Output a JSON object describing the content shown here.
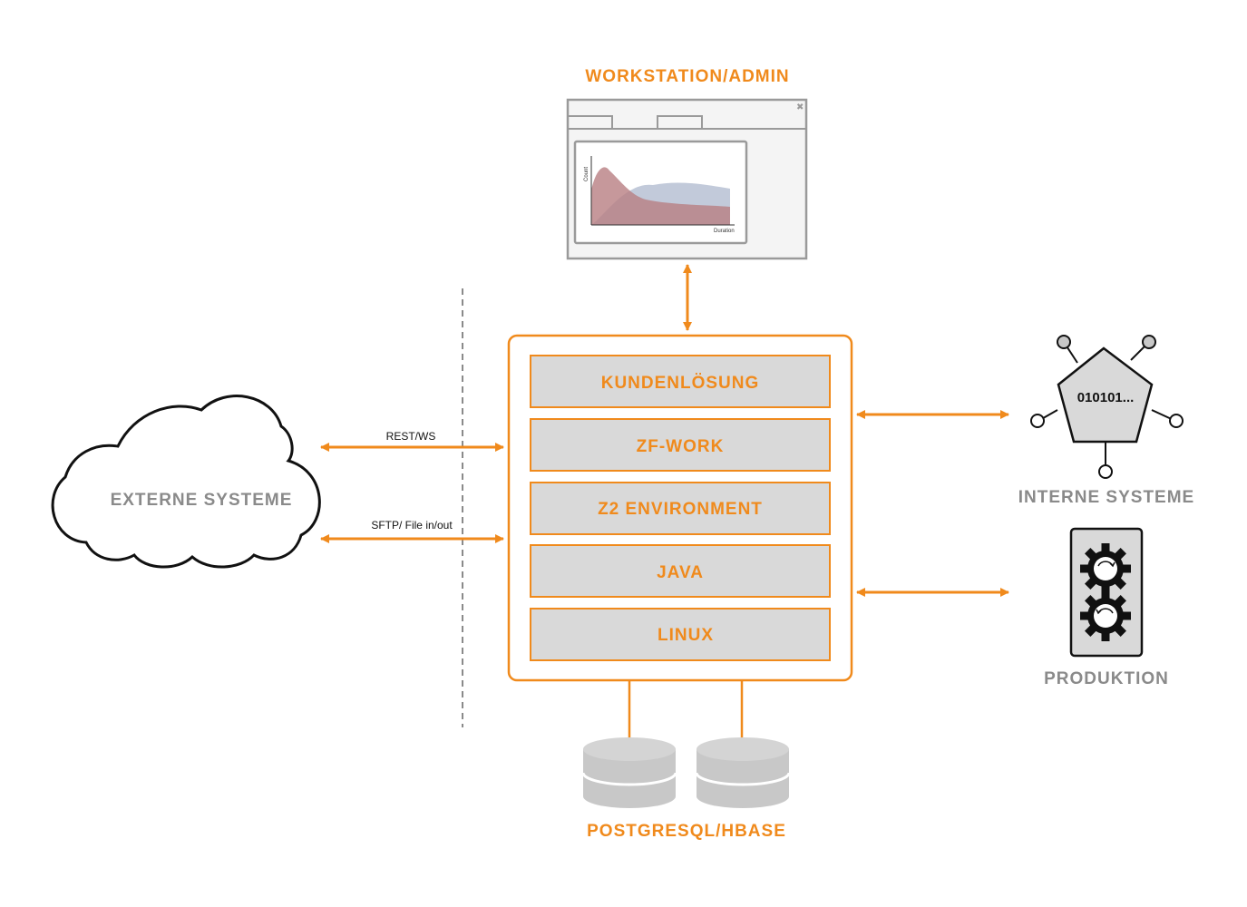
{
  "colors": {
    "accent": "#F08A1C",
    "layer_fill": "#D9D9D9",
    "label_gray": "#8A8A8A",
    "db_gray": "#C8C8C8"
  },
  "workstation": {
    "title": "WORKSTATION/ADMIN",
    "chart_axis_y": "Count",
    "chart_axis_x": "Duration",
    "icon": "browser-window-with-chart"
  },
  "stack": {
    "layers": [
      {
        "label": "KUNDENLÖSUNG"
      },
      {
        "label": "ZF-WORK"
      },
      {
        "label": "Z2 ENVIRONMENT"
      },
      {
        "label": "JAVA"
      },
      {
        "label": "LINUX"
      }
    ]
  },
  "external": {
    "label": "EXTERNE SYSTEME",
    "icon": "cloud",
    "connections": [
      {
        "label": "REST/WS"
      },
      {
        "label": "SFTP/ File in/out"
      }
    ]
  },
  "internal": {
    "label": "INTERNE SYSTEME",
    "code_text": "010101...",
    "icon": "pentagon-node"
  },
  "production": {
    "label": "PRODUKTION",
    "icon": "gears-panel"
  },
  "database": {
    "label": "POSTGRESQL/HBASE",
    "icon": "database-cylinders"
  }
}
